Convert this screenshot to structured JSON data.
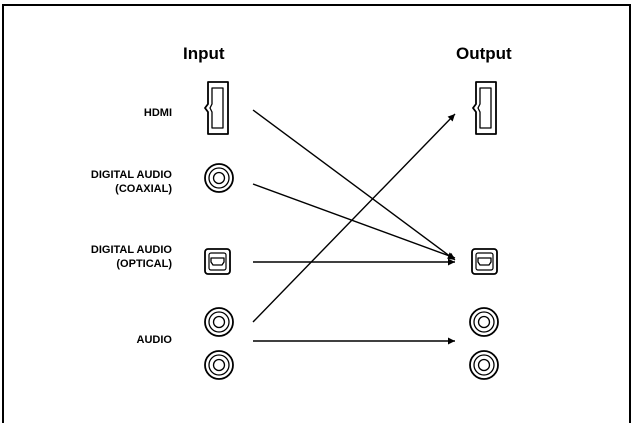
{
  "headers": {
    "input": "Input",
    "output": "Output"
  },
  "rows": {
    "hdmi": {
      "line1": "HDMI"
    },
    "coaxial": {
      "line1": "DIGITAL AUDIO",
      "line2": "(COAXIAL)"
    },
    "optical": {
      "line1": "DIGITAL AUDIO",
      "line2": "(OPTICAL)"
    },
    "audio": {
      "line1": "AUDIO"
    }
  },
  "connections": [
    {
      "from": "HDMI",
      "to": "DIGITAL AUDIO (OPTICAL)"
    },
    {
      "from": "DIGITAL AUDIO (COAXIAL)",
      "to": "DIGITAL AUDIO (OPTICAL)"
    },
    {
      "from": "DIGITAL AUDIO (OPTICAL)",
      "to": "DIGITAL AUDIO (OPTICAL)"
    },
    {
      "from": "AUDIO",
      "to": "HDMI"
    },
    {
      "from": "AUDIO",
      "to": "AUDIO"
    }
  ],
  "icons": {
    "hdmi": "hdmi-port-icon",
    "coaxial": "coaxial-jack-icon",
    "optical": "optical-port-icon",
    "rca": "rca-jack-icon"
  }
}
